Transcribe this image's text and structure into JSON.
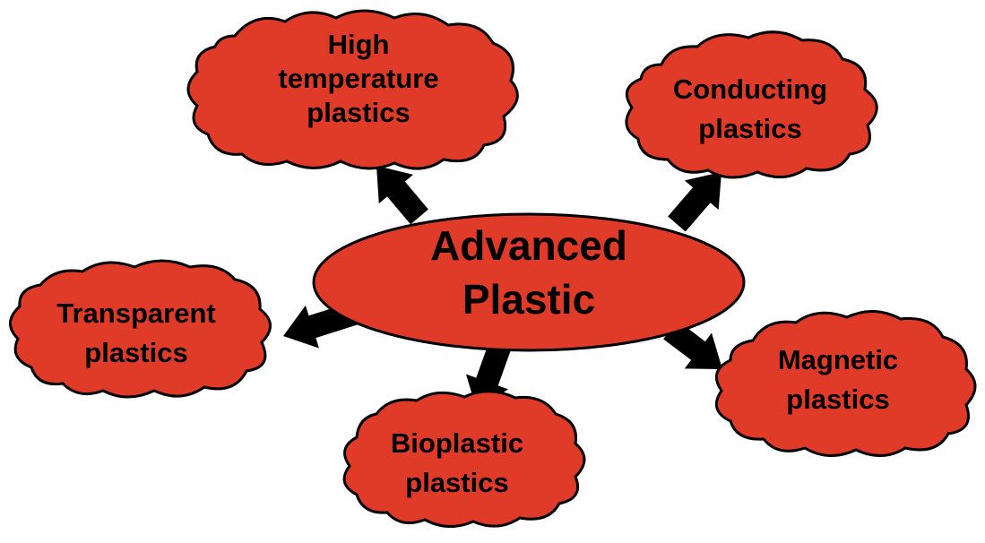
{
  "colors": {
    "fill": "#e03a28",
    "stroke": "#000000",
    "arrow": "#000000",
    "text": "#000000"
  },
  "center": {
    "lines": [
      "Advanced",
      "Plastic"
    ]
  },
  "branches": [
    {
      "id": "high-temperature",
      "lines": [
        "High",
        "temperature",
        "plastics"
      ]
    },
    {
      "id": "conducting",
      "lines": [
        "Conducting",
        "plastics"
      ]
    },
    {
      "id": "transparent",
      "lines": [
        "Transparent",
        "plastics"
      ]
    },
    {
      "id": "magnetic",
      "lines": [
        "Magnetic",
        "plastics"
      ]
    },
    {
      "id": "bioplastic",
      "lines": [
        "Bioplastic",
        "plastics"
      ]
    }
  ]
}
